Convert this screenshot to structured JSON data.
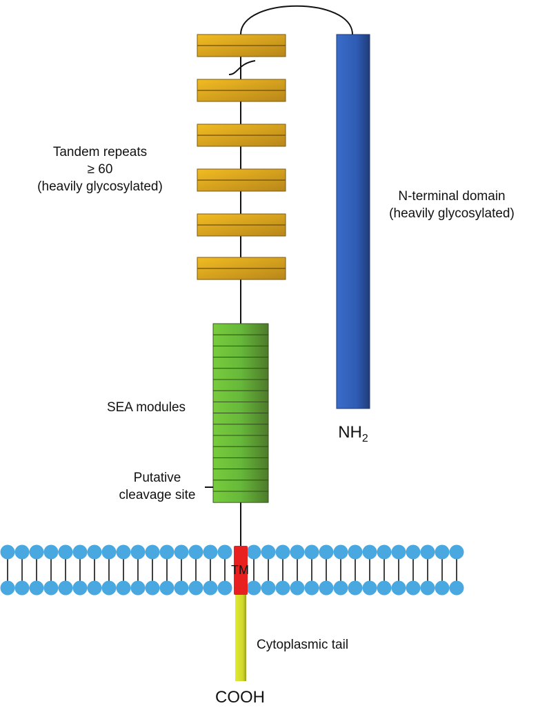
{
  "labels": {
    "tandem_repeats": [
      "Tandem repeats",
      "≥ 60",
      "(heavily glycosylated)"
    ],
    "n_terminal": [
      "N-terminal domain",
      "(heavily glycosylated)"
    ],
    "sea_modules": "SEA modules",
    "cleavage": [
      "Putative",
      "cleavage site"
    ],
    "nh2": "NH",
    "nh2_sub": "2",
    "tm": "TM",
    "cytoplasmic_tail": "Cytoplasmic tail",
    "cooh": "COOH"
  },
  "colors": {
    "tandem_repeat": "#e8b020",
    "n_terminal": "#2f5fb8",
    "sea_module": "#6cc03a",
    "transmembrane": "#e82828",
    "cytoplasmic_tail": "#d8e028",
    "lipid_head": "#4aa8e0"
  }
}
